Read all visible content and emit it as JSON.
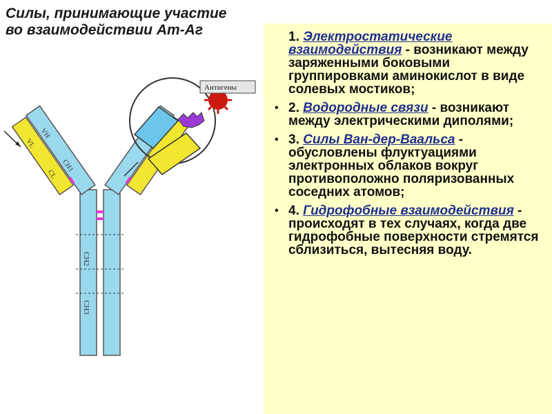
{
  "slide": {
    "title": "Силы, принимающие участие во взаимодействии Ат-Аг"
  },
  "items": [
    {
      "num": "1.",
      "term": "Электростатические взаимодействия",
      "desc": "возникают между заряженными боковыми группировками аминокислот в виде солевых мостиков;",
      "bullet": ""
    },
    {
      "num": "2.",
      "term": "Водородные связи",
      "desc": "возникают между электрическими диполями;",
      "bullet": "•"
    },
    {
      "num": "3.",
      "term": "Силы Ван-дер-Ваальса",
      "desc": "обусловлены флуктуациями электронных облаков вокруг противоположно поляризованных соседних атомов;",
      "bullet": "•"
    },
    {
      "num": "4.",
      "term": "Гидрофобные взаимодействия",
      "desc": "происходят в тех случаях, когда две гидрофобные поверхности стремятся сблизиться, вытесняя воду.",
      "bullet": "•"
    }
  ],
  "diagram": {
    "antigen_label": "Антигены",
    "domains": {
      "vl": "VL",
      "cl": "CL",
      "vh": "VH",
      "ch1": "CH1",
      "ch2": "CH2",
      "ch3": "CH3"
    },
    "colors": {
      "heavy": "#9ad8ee",
      "light": "#f2e630",
      "hinge": "#e23bd0",
      "antigen": "#cc1a10",
      "epitope": "#9a3bd8"
    }
  }
}
